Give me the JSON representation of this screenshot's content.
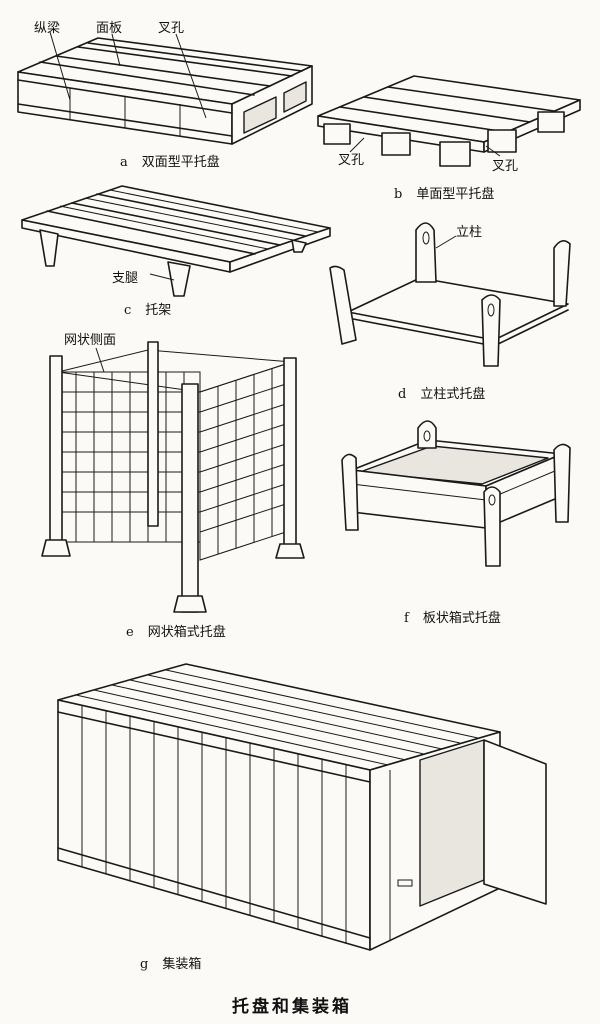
{
  "items": {
    "a": {
      "letter": "a",
      "caption": "双面型平托盘",
      "labels": {
        "stringer": "纵梁",
        "deck": "面板",
        "fork_hole": "叉孔"
      }
    },
    "b": {
      "letter": "b",
      "caption": "单面型平托盘",
      "labels": {
        "fork_hole_left": "叉孔",
        "fork_hole_right": "叉孔"
      }
    },
    "c": {
      "letter": "c",
      "caption": "托架",
      "labels": {
        "leg": "支腿"
      }
    },
    "d": {
      "letter": "d",
      "caption": "立柱式托盘",
      "labels": {
        "post": "立柱"
      }
    },
    "e": {
      "letter": "e",
      "caption": "网状箱式托盘",
      "labels": {
        "mesh_side": "网状侧面"
      }
    },
    "f": {
      "letter": "f",
      "caption": "板状箱式托盘"
    },
    "g": {
      "letter": "g",
      "caption": "集装箱"
    }
  },
  "title": "托盘和集装箱"
}
